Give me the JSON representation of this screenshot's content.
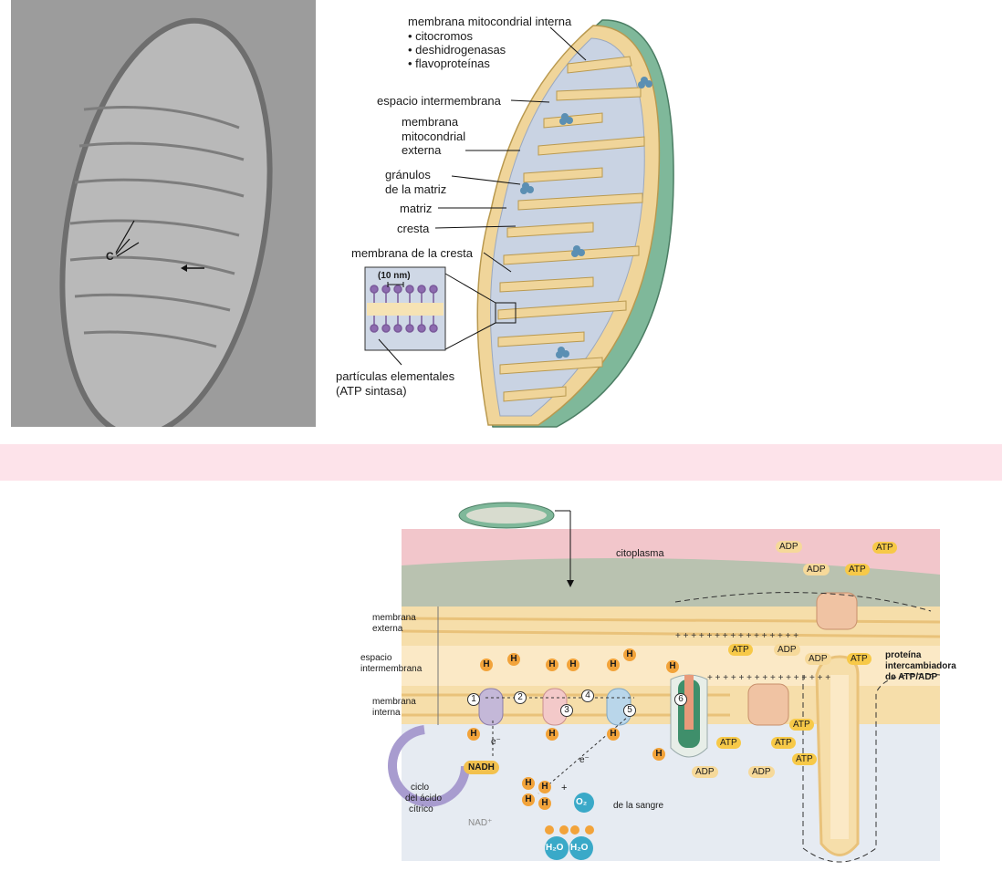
{
  "micrograph": {
    "label_c": "C"
  },
  "mito_diagram": {
    "inner_membrane_title": "membrana mitocondrial interna",
    "inner_membrane_items": [
      "• citocromos",
      "• deshidrogenasas",
      "• flavoproteínas"
    ],
    "intermembrane_space": "espacio intermembrana",
    "outer_membrane": [
      "membrana",
      "mitocondrial",
      "externa"
    ],
    "matrix_granules": [
      "gránulos",
      "de la matriz"
    ],
    "matrix": "matriz",
    "crest": "cresta",
    "crest_membrane": "membrana de la cresta",
    "scale": "(10 nm)",
    "elementary_particles": [
      "partículas elementales",
      "(ATP sintasa)"
    ]
  },
  "etc_diagram": {
    "cytoplasm": "citoplasma",
    "outer_membrane": [
      "membrana",
      "externa"
    ],
    "intermembrane_space": [
      "espacio",
      "intermembrana"
    ],
    "inner_membrane": [
      "membrana",
      "interna"
    ],
    "proton": "H",
    "plus": "+",
    "electron": "e⁻",
    "complexes": [
      "1",
      "2",
      "3",
      "4",
      "5",
      "6"
    ],
    "nadh": "NADH",
    "nad": "NAD⁺",
    "citric_cycle": [
      "ciclo",
      "del ácido",
      "cítrico"
    ],
    "oxygen": "O₂",
    "from_blood": "de la sangre",
    "water": "H₂O",
    "adp": "ADP",
    "atp": "ATP",
    "exchanger": [
      "proteína",
      "intercambiadora",
      "de ATP/ADP"
    ],
    "plus_signs": "+ + + + + + + + + + + + + + + +"
  },
  "colors": {
    "matrix_fill": "#c9d3e3",
    "membrane_tan": "#f0d59a",
    "outer_green": "#7fb89a",
    "proton_orange": "#f2a33a",
    "pink_band": "#fde3ea",
    "cytoplasm_pink": "#f2c6cb"
  }
}
